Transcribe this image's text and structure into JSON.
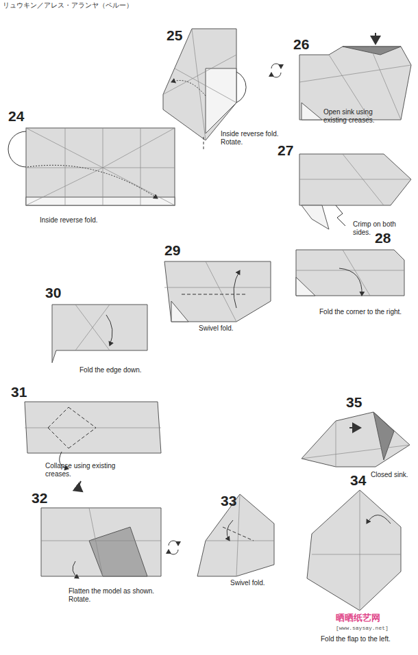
{
  "diagram": {
    "title": "リュウキン／アレス・アランヤ（ペルー）",
    "labels": [
      "25",
      "Inside reverse fold. Rotate.",
      "26",
      "Open sink using existing creases.",
      "24",
      "Inside reverse fold.",
      "27",
      "Crimp on both sides.",
      "28",
      "29",
      "Swivel fold.",
      "Fold the corner to the right.",
      "30",
      "Fold the edge down.",
      "35",
      "Closed sink.",
      "31",
      "Collapse using existing creases.",
      "32",
      "Flatten the model as shown. Rotate.",
      "33",
      "Swivel fold.",
      "34",
      "Fold the flap to the left.",
      "晒晒纸艺网",
      "[www.saysay.net]"
    ]
  }
}
